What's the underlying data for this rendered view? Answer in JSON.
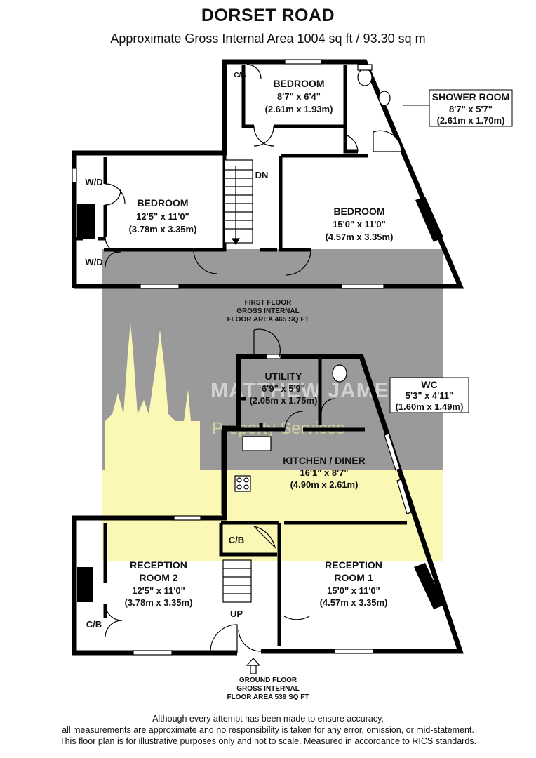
{
  "header": {
    "title": "DORSET ROAD",
    "subtitle": "Approximate Gross Internal Area 1004 sq ft / 93.30 sq m"
  },
  "watermark": {
    "brand": "MATTHEW JAMES",
    "tagline": "Property Services",
    "colors": {
      "grey": "#9a9a9a",
      "yellow": "#fbf7b4"
    }
  },
  "first_floor": {
    "label_lines": [
      "FIRST FLOOR",
      "GROSS INTERNAL",
      "FLOOR AREA 465 SQ FT"
    ],
    "stairs_label": "DN",
    "rooms": {
      "bedroom_small": {
        "name": "BEDROOM",
        "imperial": "8'7\" x 6'4\"",
        "metric": "(2.61m x 1.93m)"
      },
      "bedroom_left": {
        "name": "BEDROOM",
        "imperial": "12'5\" x 11'0\"",
        "metric": "(3.78m x 3.35m)"
      },
      "bedroom_right": {
        "name": "BEDROOM",
        "imperial": "15'0\" x 11'0\"",
        "metric": "(4.57m x 3.35m)"
      },
      "shower_room": {
        "name": "SHOWER ROOM",
        "imperial": "8'7\" x 5'7\"",
        "metric": "(2.61m x 1.70m)"
      }
    },
    "cupboards": {
      "cb": "C/B",
      "wd_top": "W/D",
      "wd_bottom": "W/D"
    }
  },
  "ground_floor": {
    "label_lines": [
      "GROUND FLOOR",
      "GROSS INTERNAL",
      "FLOOR AREA 539 SQ FT"
    ],
    "stairs_label": "UP",
    "rooms": {
      "utility": {
        "name": "UTILITY",
        "imperial": "6'9\" x 5'9\"",
        "metric": "(2.05m x 1.75m)"
      },
      "wc": {
        "name": "WC",
        "imperial": "5'3\" x 4'11\"",
        "metric": "(1.60m x 1.49m)"
      },
      "kitchen": {
        "name": "KITCHEN / DINER",
        "imperial": "16'1\" x 8'7\"",
        "metric": "(4.90m x 2.61m)"
      },
      "reception2": {
        "name_line1": "RECEPTION",
        "name_line2": "ROOM 2",
        "imperial": "12'5\" x 11'0\"",
        "metric": "(3.78m x 3.35m)"
      },
      "reception1": {
        "name_line1": "RECEPTION",
        "name_line2": "ROOM 1",
        "imperial": "15'0\" x 11'0\"",
        "metric": "(4.57m x 3.35m)"
      }
    },
    "cupboards": {
      "cb_hall": "C/B",
      "cb_reception": "C/B"
    }
  },
  "disclaimer": [
    "Although every attempt has been made to ensure accuracy,",
    "all measurements are approximate and no responsibility is taken for any error, omission, or mid-statement.",
    "This floor plan is for illustrative purposes only and not to scale. Measured in accordance to RICS standards."
  ]
}
